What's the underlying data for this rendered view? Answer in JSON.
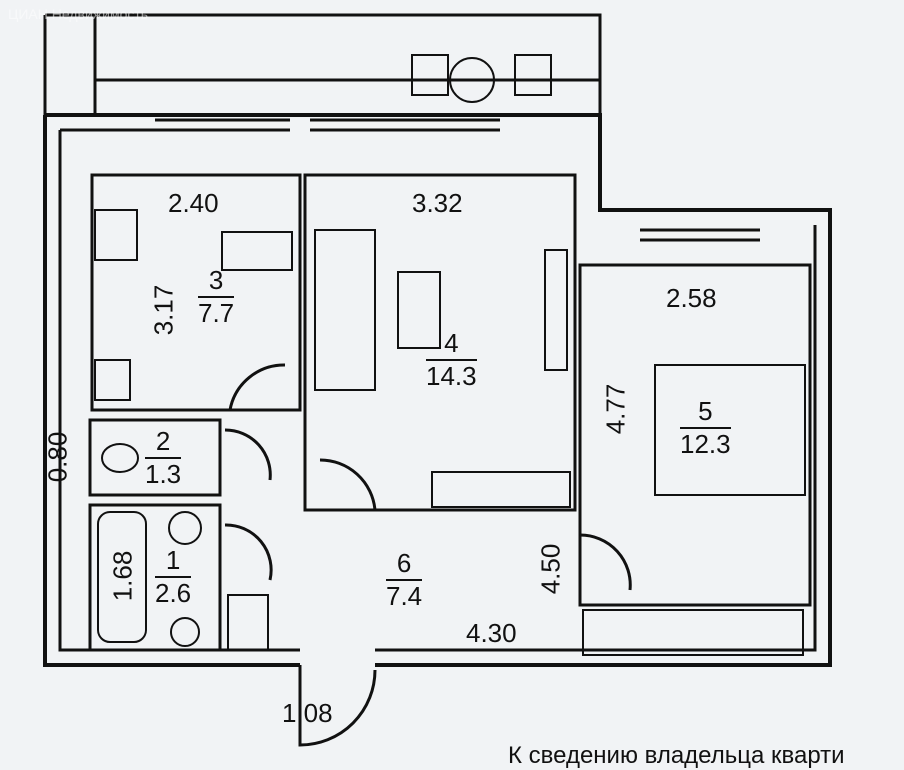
{
  "watermark": "ЦИАН Недвижимость",
  "rooms": [
    {
      "number": "1",
      "area": "2.6"
    },
    {
      "number": "2",
      "area": "1.3"
    },
    {
      "number": "3",
      "area": "7.7"
    },
    {
      "number": "4",
      "area": "14.3"
    },
    {
      "number": "5",
      "area": "12.3"
    },
    {
      "number": "6",
      "area": "7.4"
    }
  ],
  "dimensions": {
    "kitchen_width": "2.40",
    "kitchen_length": "3.17",
    "living_width": "3.32",
    "bedroom_width": "2.58",
    "bedroom_length": "4.77",
    "hall_length": "4.50",
    "hall_width": "4.30",
    "bath_length": "1.68",
    "left_offset": "0.80",
    "entrance": "1.08"
  },
  "note": "К сведению владельца кварти"
}
